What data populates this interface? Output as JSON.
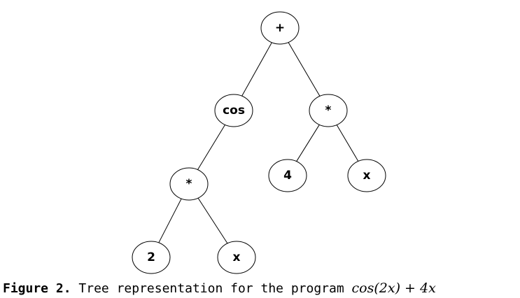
{
  "diagram": {
    "nodes": [
      {
        "id": "plus",
        "label": "+"
      },
      {
        "id": "cos",
        "label": "cos"
      },
      {
        "id": "mul_right",
        "label": "*"
      },
      {
        "id": "mul_left",
        "label": "*"
      },
      {
        "id": "four",
        "label": "4"
      },
      {
        "id": "x_right",
        "label": "x"
      },
      {
        "id": "two",
        "label": "2"
      },
      {
        "id": "x_left",
        "label": "x"
      }
    ],
    "edges": [
      [
        "plus",
        "cos"
      ],
      [
        "plus",
        "mul_right"
      ],
      [
        "cos",
        "mul_left"
      ],
      [
        "mul_right",
        "four"
      ],
      [
        "mul_right",
        "x_right"
      ],
      [
        "mul_left",
        "two"
      ],
      [
        "mul_left",
        "x_left"
      ]
    ]
  },
  "caption": {
    "label": "Figure 2.",
    "text": "Tree representation for the program",
    "formula": "cos(2x) + 4x"
  }
}
